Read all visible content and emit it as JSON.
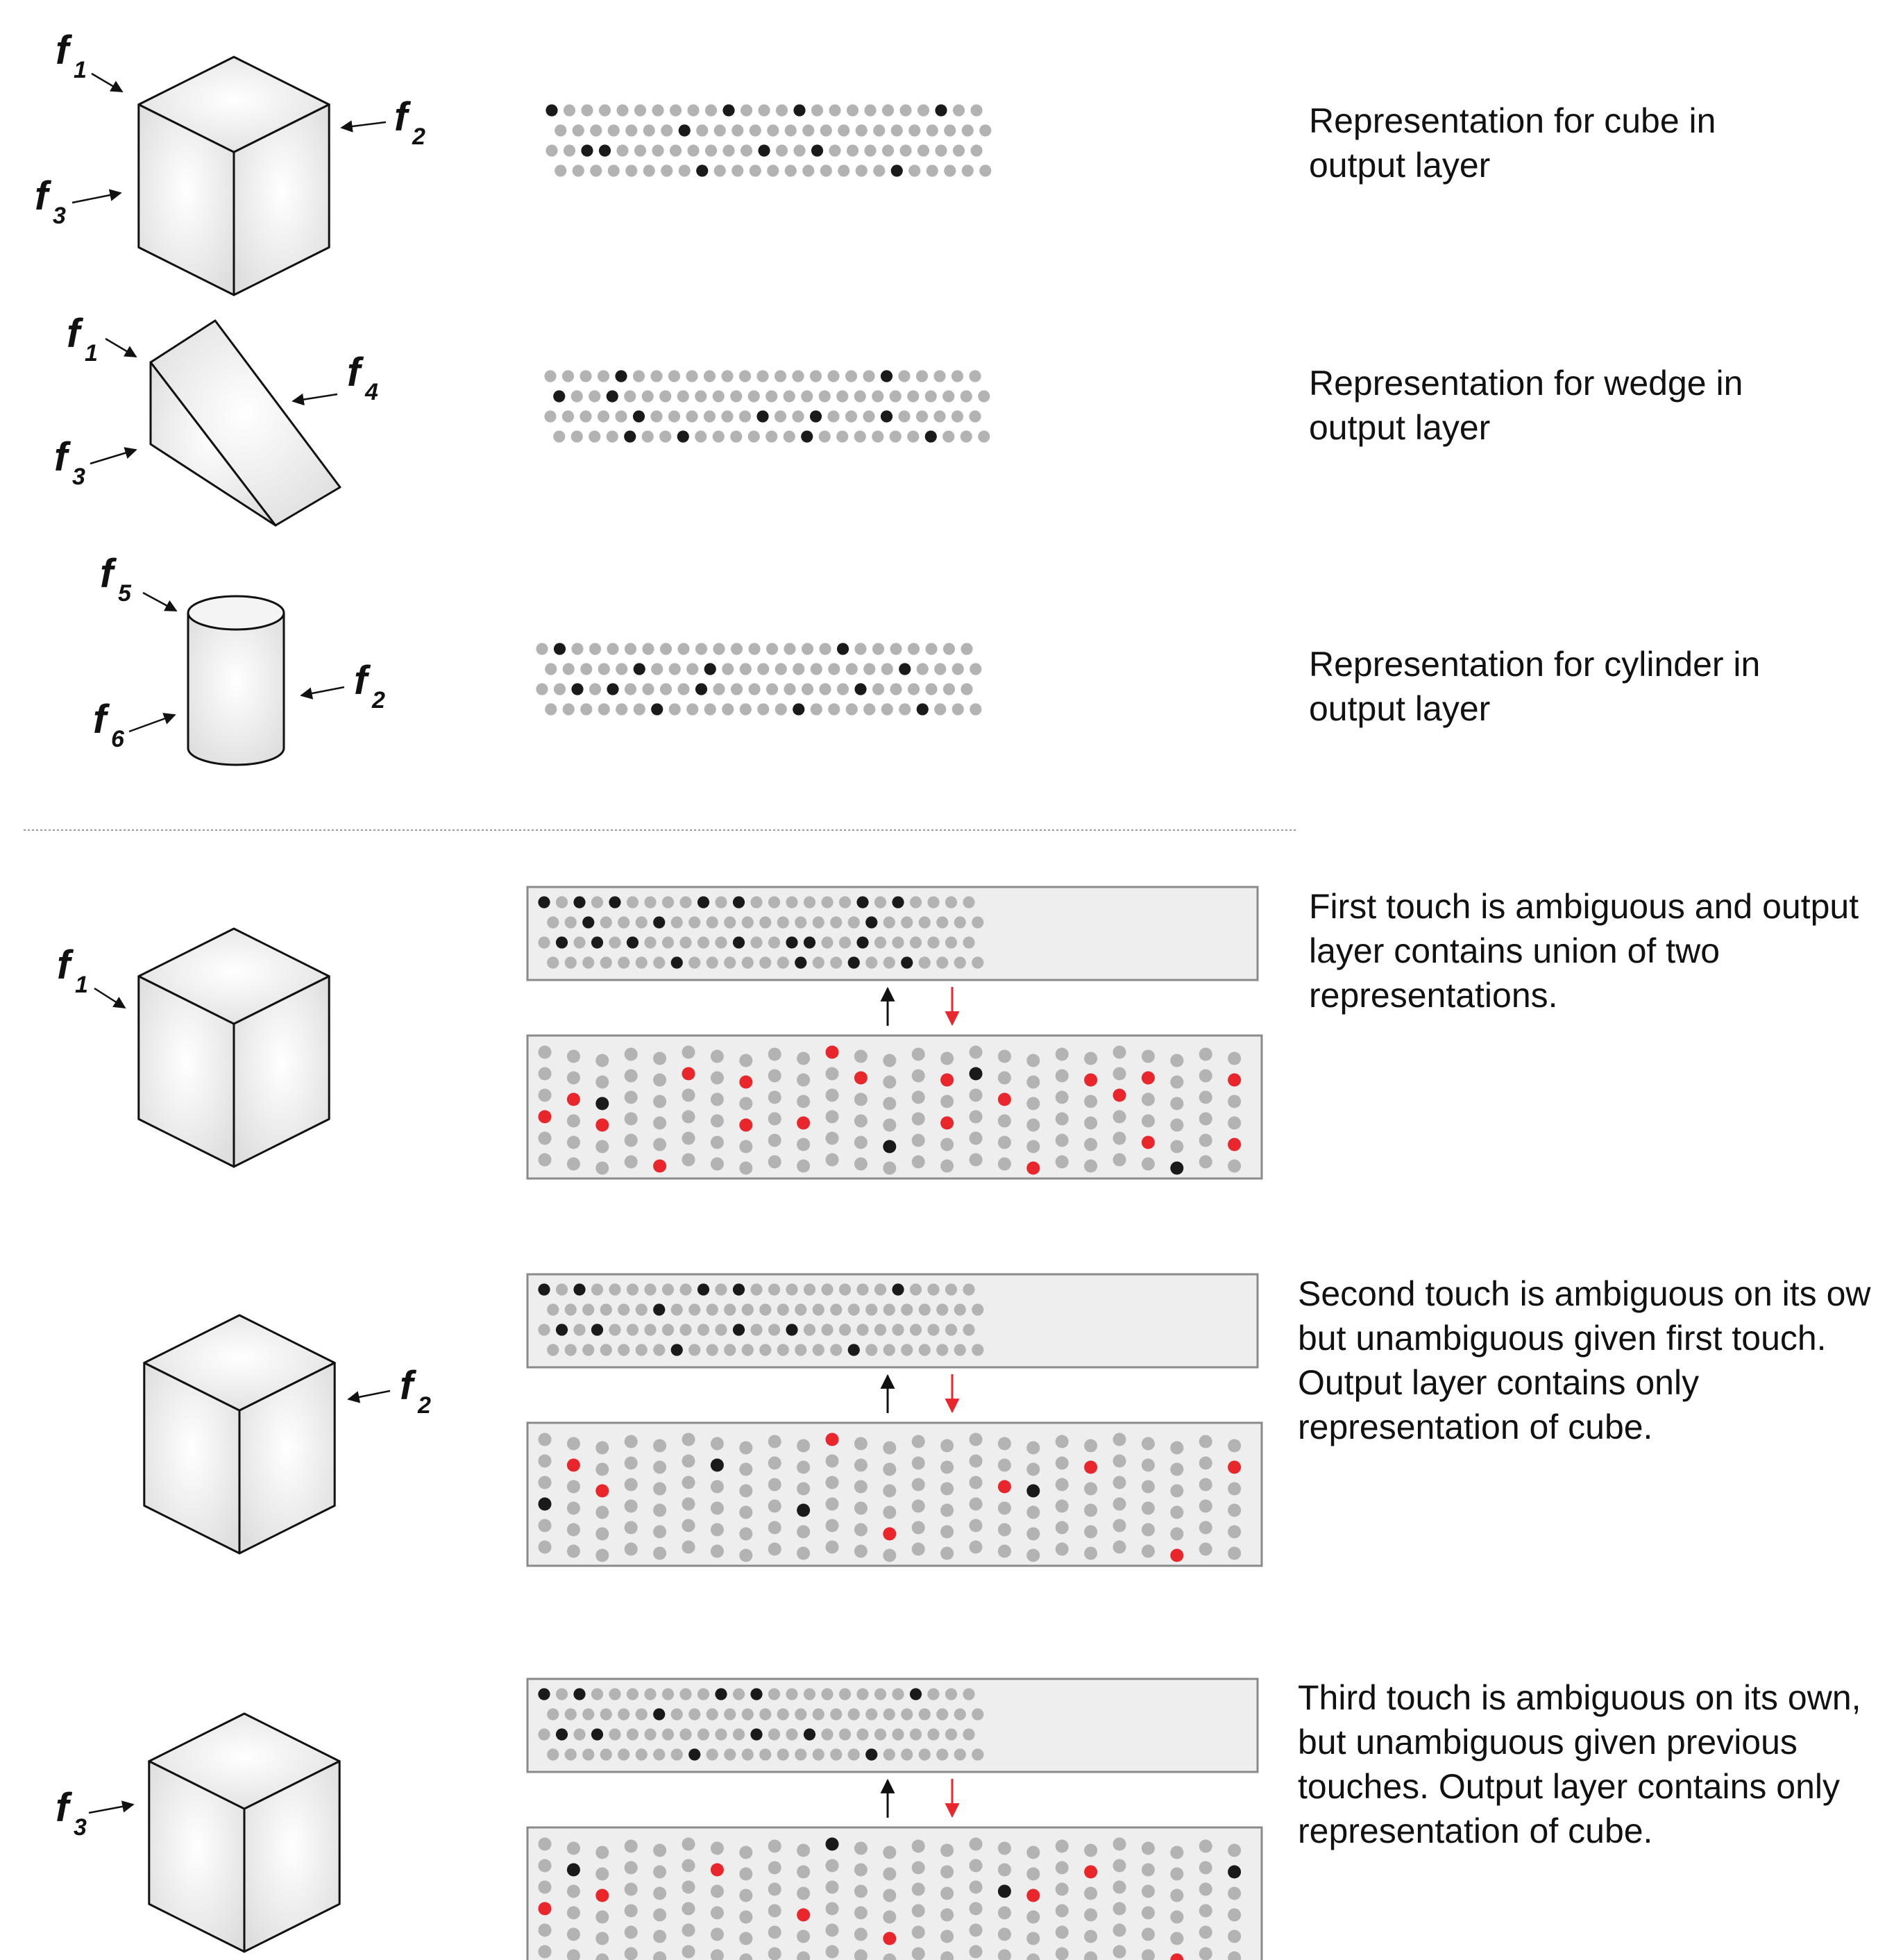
{
  "colors": {
    "inactive": "#b3b3b3",
    "active": "#1a1a1a",
    "predicted": "#e8262b",
    "box_fill": "#eeeeee",
    "box_stroke": "#8a8a8a",
    "shape_fill": "#ececec",
    "line": "#111111",
    "divider": "#999999"
  },
  "feature_labels": [
    "f1",
    "f2",
    "f3",
    "f4",
    "f5",
    "f6"
  ],
  "objects": [
    {
      "shape": "cube",
      "features": [
        "f1",
        "f2",
        "f3"
      ],
      "caption": [
        "Representation for cube in",
        "output layer"
      ]
    },
    {
      "shape": "wedge",
      "features": [
        "f1",
        "f4",
        "f3"
      ],
      "caption": [
        "Representation for wedge in",
        "output layer"
      ]
    },
    {
      "shape": "cylinder",
      "features": [
        "f5",
        "f2",
        "f6"
      ],
      "caption": [
        "Representation for cylinder in",
        "output layer"
      ]
    }
  ],
  "touches": [
    {
      "feature": "f1",
      "caption": [
        "First touch is ambiguous and output",
        "layer contains union of two",
        "representations."
      ]
    },
    {
      "feature": "f2",
      "caption": [
        "Second touch is ambiguous on its ow",
        "but unambiguous given first touch.",
        "Output layer contains only",
        "representation of cube."
      ]
    },
    {
      "feature": "f3",
      "caption": [
        "Third touch is ambiguous on its own,",
        "but unambiguous given previous",
        "touches. Output layer contains only",
        "representation of cube."
      ]
    }
  ]
}
